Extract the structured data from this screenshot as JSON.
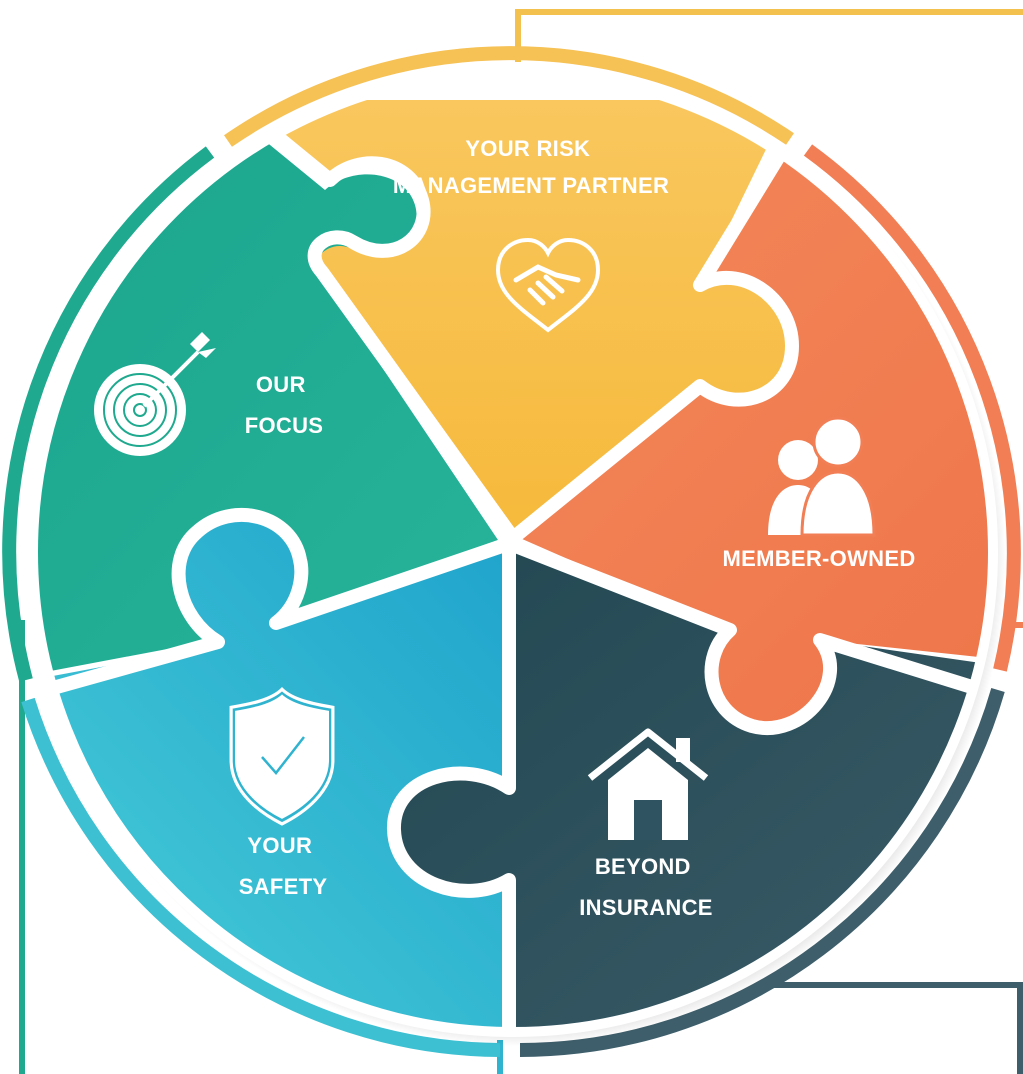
{
  "pieces": [
    {
      "id": "risk",
      "lines": [
        "YOUR RISK",
        "MANAGEMENT PARTNER"
      ],
      "icon": "heart-handshake-icon",
      "color": "#F7C04A"
    },
    {
      "id": "member",
      "lines": [
        "MEMBER-OWNED"
      ],
      "icon": "people-icon",
      "color": "#F17E54"
    },
    {
      "id": "insurance",
      "lines": [
        "BEYOND",
        "INSURANCE"
      ],
      "icon": "house-icon",
      "color": "#2F5360"
    },
    {
      "id": "safety",
      "lines": [
        "YOUR",
        "SAFETY"
      ],
      "icon": "shield-check-icon",
      "color": "#2FB3CF"
    },
    {
      "id": "focus",
      "lines": [
        "OUR",
        "FOCUS"
      ],
      "icon": "target-arrow-icon",
      "color": "#1FA98E"
    }
  ],
  "colors": {
    "yellow": "#F7C04A",
    "orange": "#F17E54",
    "dark_teal": "#2F5360",
    "light_blue": "#2FB3CF",
    "green": "#1FA98E"
  }
}
